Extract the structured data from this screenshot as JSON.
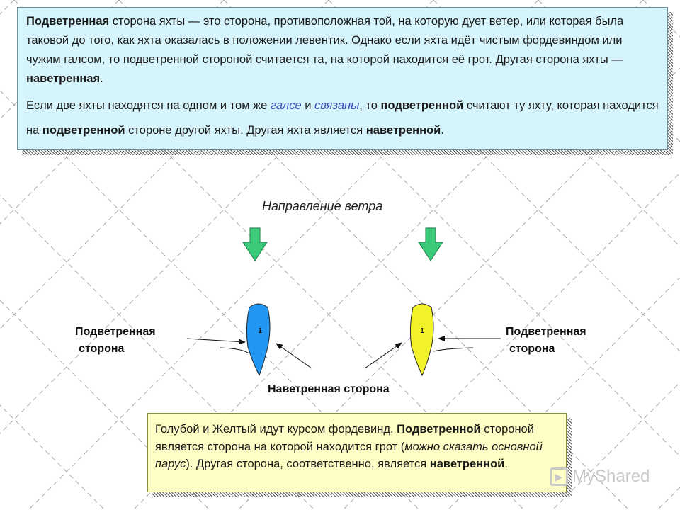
{
  "top_note": {
    "p1": {
      "t1": "Подветренная",
      "t2": " сторона яхты — это сторона, противоположная той, на которую дует ветер, или которая была таковой до того, как яхта оказалась в положении левентик. Однако если яхта идёт чистым фордевиндом или чужим галсом, то подветренной стороной считается та, на которой находится её грот. Другая сторона яхты — ",
      "t3": "наветренная",
      "t4": "."
    },
    "p2": {
      "t1": "Если две яхты находятся на одном и том же ",
      "t2": "галсе",
      "t3": " и ",
      "t4": "связаны",
      "t5": ", то ",
      "t6": "подветренной",
      "t7": " считают ту яхту, которая находится на ",
      "t8": "подветренной",
      "t9": " стороне другой яхты. Другая яхта является ",
      "t10": "наветренной",
      "t11": "."
    }
  },
  "wind_direction_label": "Направление ветра",
  "left_label": {
    "line1": "Подветренная",
    "line2": "сторона"
  },
  "right_label": {
    "line1": "Подветренная",
    "line2": "сторона"
  },
  "windward_label": "Наветренная сторона",
  "boats": [
    {
      "number": "1",
      "color": "#2196f3"
    },
    {
      "number": "1",
      "color": "#f2f22a"
    }
  ],
  "arrow_colors": {
    "fill": "#3cc97a",
    "stroke": "#1f7a47"
  },
  "bottom_note": {
    "t1": "Голубой и Желтый идут курсом фордевинд. ",
    "t2": "Подветренной",
    "t3": " стороной является сторона на которой находится грот (",
    "t4": "можно сказать основной парус",
    "t5": "). Другая сторона, соответственно, является ",
    "t6": "наветренной",
    "t7": "."
  },
  "watermark": "MyShared"
}
